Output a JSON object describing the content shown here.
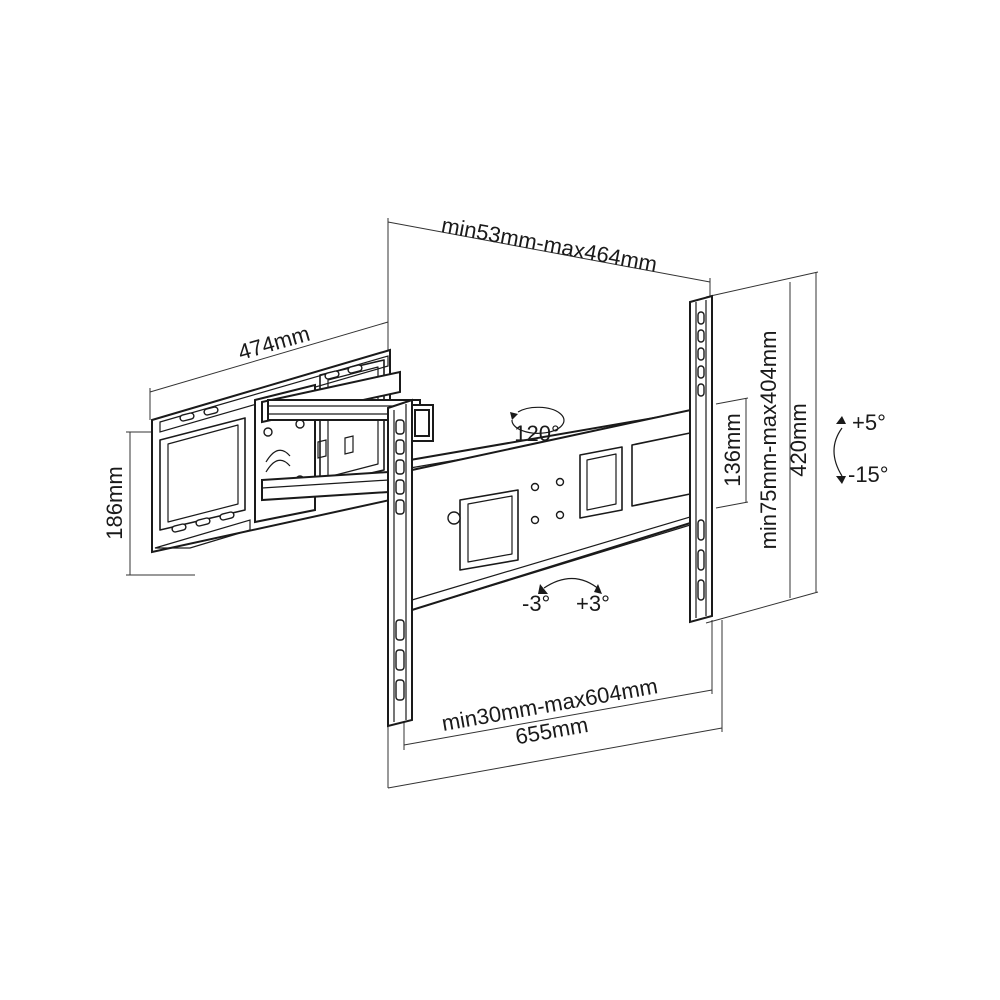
{
  "dimensions": {
    "arm_extension": "min53mm-max464mm",
    "wall_plate_width": "474mm",
    "wall_plate_height": "186mm",
    "swivel_angle": "120°",
    "vesa_horizontal_spacing": "min30mm-max604mm",
    "overall_width": "655mm",
    "vesa_vertical_spacing": "min75mm-max404mm",
    "bracket_height": "420mm",
    "inner_height": "136mm",
    "tilt_up": "+5°",
    "tilt_down": "-15°",
    "level_minus": "-3°",
    "level_plus": "+3°"
  }
}
